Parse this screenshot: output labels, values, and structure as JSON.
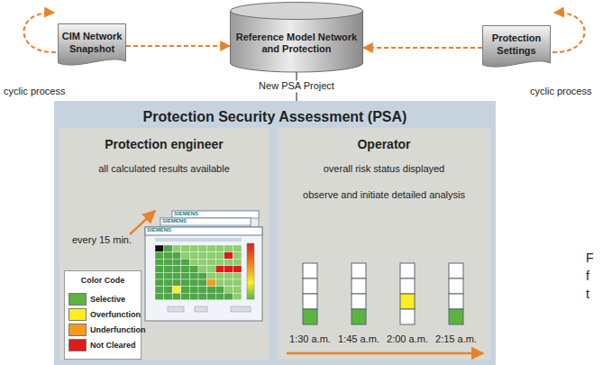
{
  "diagram": {
    "nodes": [
      {
        "text": [
          "CIM Network Snapshot"
        ]
      },
      {
        "text": [
          "Reference Model Network and Protection"
        ]
      },
      {
        "text": [
          "Protection Settings"
        ]
      },
      {
        "text": [
          "Protection Security Assessment (PSA)"
        ]
      },
      {
        "text": [
          "Protection engineer",
          "all calculated results available"
        ],
        "in": 3
      },
      {
        "text": [
          "Operator",
          "overall risk status displayed",
          "observe and initiate detailed analysis"
        ],
        "in": 3
      },
      {
        "text": [
          "Color Code"
        ],
        "in": 4
      }
    ],
    "edges": [
      {
        "from": 0,
        "to": 1,
        "arrow": "to"
      },
      {
        "from": 2,
        "to": 1,
        "arrow": "to"
      },
      {
        "from": 1,
        "to": 3,
        "arrow": "none",
        "label": "New PSA Project"
      }
    ],
    "labels": [
      "cyclic process",
      "cyclic process",
      "every 15 min.",
      "SIEMENS",
      "SIEMENS",
      "SIEMENS",
      "1:30 a.m.",
      "1:45 a.m.",
      "2:00 a.m.",
      "2:15 a.m.",
      "F",
      "f",
      "t"
    ],
    "legend": [
      {
        "text": "Selective",
        "color": "#5cb440"
      },
      {
        "text": "Overfunction",
        "color": "#ffee22"
      },
      {
        "text": "Underfunction",
        "color": "#f59a1c"
      },
      {
        "text": "Not Cleared",
        "color": "#dd1c1c"
      }
    ]
  }
}
